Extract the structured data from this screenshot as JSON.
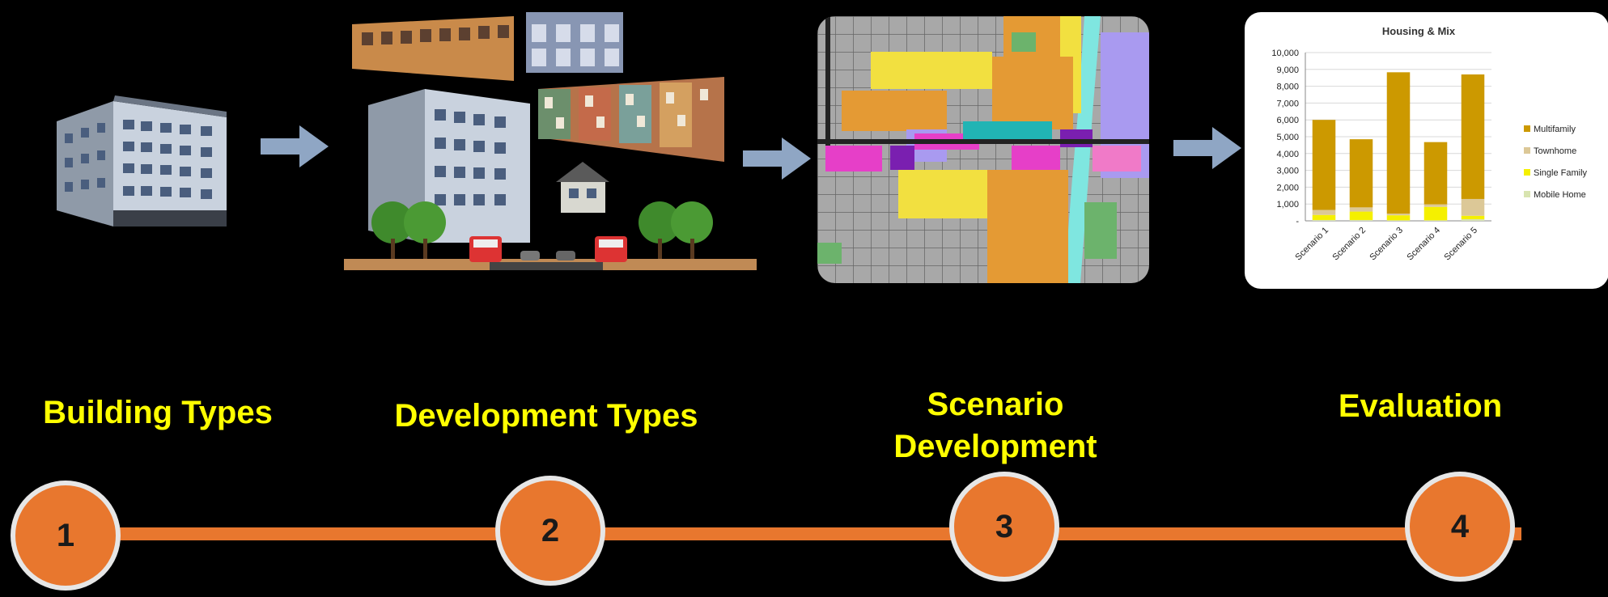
{
  "stages": [
    {
      "number": "1",
      "label": "Building Types"
    },
    {
      "number": "2",
      "label": "Development Types"
    },
    {
      "number": "3",
      "label_line1": "Scenario",
      "label_line2": "Development"
    },
    {
      "number": "4",
      "label": "Evaluation"
    }
  ],
  "colors": {
    "accent": "#e8772e",
    "label": "#ffff00",
    "arrow": "#8fa6c4",
    "ring": "#e6e6e6"
  },
  "chart_data": {
    "type": "bar",
    "title": "Housing & Mix",
    "categories": [
      "Scenario 1",
      "Scenario 2",
      "Scenario 3",
      "Scenario 4",
      "Scenario 5"
    ],
    "ylim": [
      0,
      10000
    ],
    "yticks": [
      "10,000",
      "9,000",
      "8,000",
      "7,000",
      "6,000",
      "5,000",
      "4,000",
      "3,000",
      "2,000",
      "1,000",
      "-"
    ],
    "stacked": true,
    "series": [
      {
        "name": "Mobile Home",
        "color": "#d8e4b0",
        "values": [
          50,
          50,
          30,
          30,
          100
        ]
      },
      {
        "name": "Single Family",
        "color": "#f5f000",
        "values": [
          300,
          500,
          300,
          800,
          200
        ]
      },
      {
        "name": "Townhome",
        "color": "#dcc897",
        "values": [
          300,
          250,
          100,
          150,
          1000
        ]
      },
      {
        "name": "Multifamily",
        "color": "#cc9900",
        "values": [
          5350,
          4050,
          8400,
          3700,
          7400
        ]
      }
    ],
    "legend_position": "right"
  }
}
